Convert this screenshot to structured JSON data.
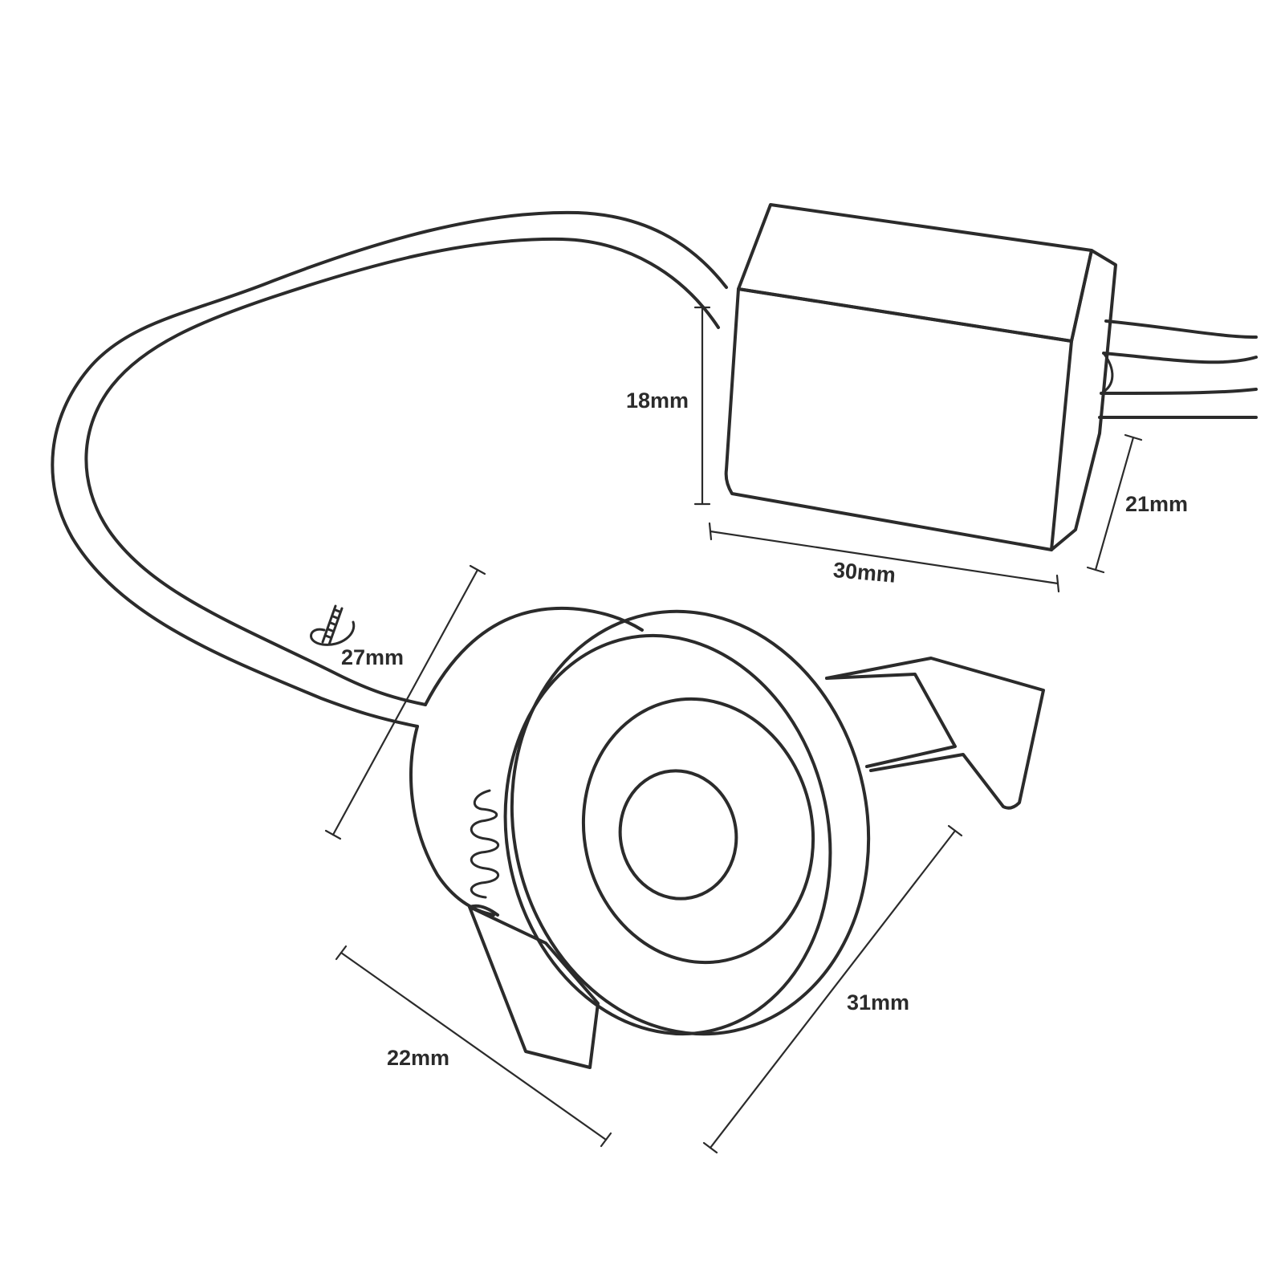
{
  "dimensions": {
    "driver_height": "18mm",
    "driver_depth": "21mm",
    "driver_length": "30mm",
    "cutout_diameter": "27mm",
    "light_height": "22mm",
    "light_diameter": "31mm"
  },
  "colors": {
    "line": "#2b2b2b",
    "background": "#ffffff"
  },
  "icons": [
    "diameter-saw-icon",
    "spring-icon"
  ]
}
